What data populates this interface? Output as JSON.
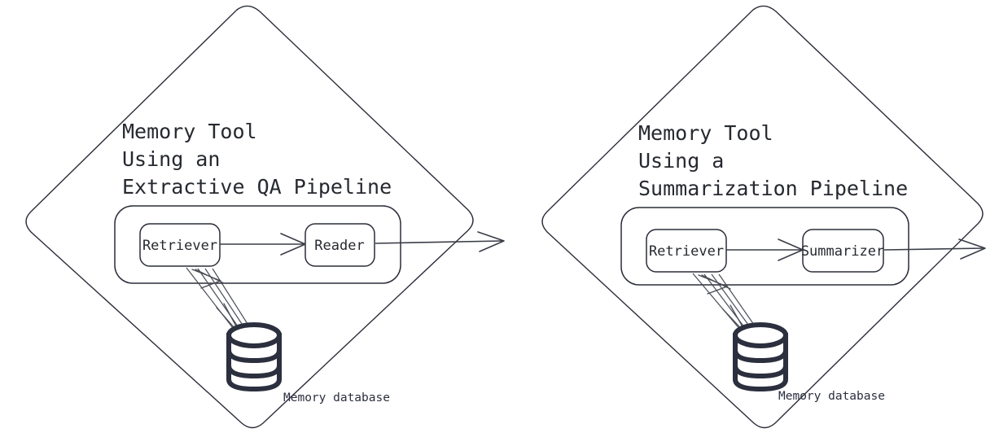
{
  "diagram": {
    "type": "flow-diagram",
    "background": "#ffffff",
    "stroke_color": "#2b2e39",
    "database_color": "#2b2f3e",
    "text_color": "#26292f",
    "panels": [
      {
        "id": "extractive-qa",
        "title_lines": [
          "Memory Tool",
          "Using an",
          "Extractive QA Pipeline"
        ],
        "pipeline_nodes": [
          {
            "id": "retriever",
            "label": "Retriever"
          },
          {
            "id": "reader",
            "label": "Reader"
          }
        ],
        "database_label": "Memory database",
        "flow": [
          {
            "from": "retriever",
            "to": "reader",
            "kind": "arrow"
          },
          {
            "from": "reader",
            "to": "output",
            "kind": "arrow"
          },
          {
            "from": "retriever",
            "to": "database",
            "kind": "bidirectional"
          }
        ]
      },
      {
        "id": "summarization",
        "title_lines": [
          "Memory Tool",
          "Using a",
          "Summarization Pipeline"
        ],
        "pipeline_nodes": [
          {
            "id": "retriever",
            "label": "Retriever"
          },
          {
            "id": "summarizer",
            "label": "Summarizer"
          }
        ],
        "database_label": "Memory database",
        "flow": [
          {
            "from": "retriever",
            "to": "summarizer",
            "kind": "arrow"
          },
          {
            "from": "summarizer",
            "to": "output",
            "kind": "arrow"
          },
          {
            "from": "retriever",
            "to": "database",
            "kind": "bidirectional"
          }
        ]
      }
    ]
  }
}
